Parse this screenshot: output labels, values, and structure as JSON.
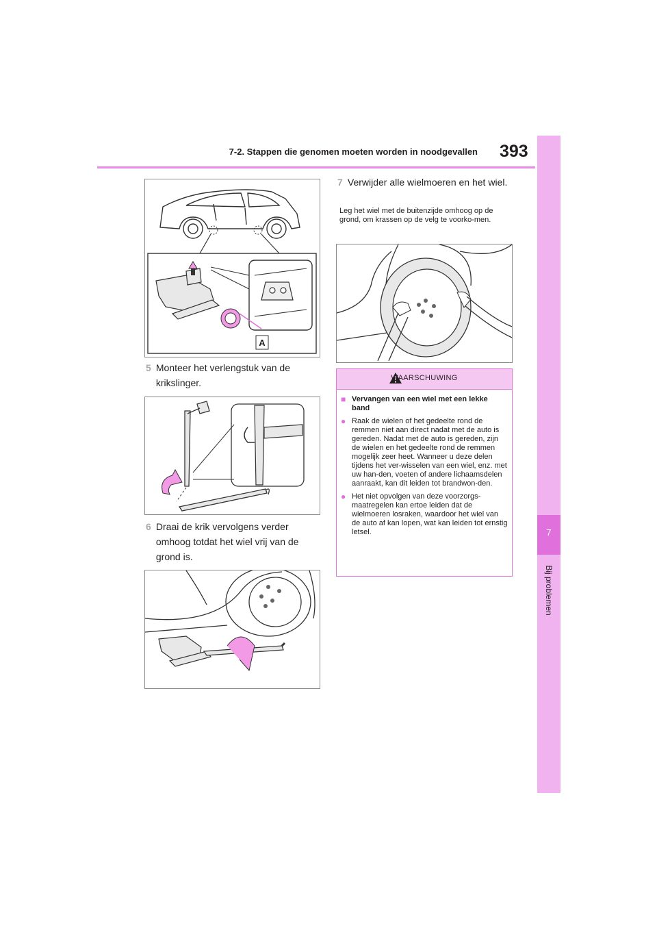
{
  "header": {
    "section": "7-2. Stappen die genomen moeten worden in noodgevallen",
    "page_number": "393"
  },
  "side_tab": {
    "chapter_number": "7",
    "chapter_title": "Bij problemen"
  },
  "figures": {
    "fig1_label": "A"
  },
  "steps": [
    {
      "num": "5",
      "text": "Monteer het verlengstuk van de krikslinger."
    },
    {
      "num": "6",
      "text": "Draai de krik vervolgens verder omhoog totdat het wiel vrij van de grond is."
    },
    {
      "num": "7",
      "text": "Verwijder alle wielmoeren en het wiel."
    }
  ],
  "step7_note": "Leg het wiel met de buitenzijde omhoog op de grond, om krassen op de velg te voorko-men.",
  "warning": {
    "title": "WAARSCHUWING",
    "subheading": "Vervangen van een wiel met een lekke band",
    "bullets": [
      "Raak de wielen of het gedeelte rond de remmen niet aan direct nadat met de auto is gereden. Nadat met de auto is gereden, zijn de wielen en het gedeelte rond de remmen mogelijk zeer heet. Wanneer u deze delen tijdens het ver-wisselen van een wiel, enz. met uw han-den, voeten of andere lichaamsdelen aanraakt, kan dit leiden tot brandwon-den.",
      "Het niet opvolgen van deze voorzorgs-maatregelen kan ertoe leiden dat de wielmoeren losraken, waardoor het wiel van de auto af kan lopen, wat kan leiden tot ernstig letsel."
    ]
  },
  "colors": {
    "accent": "#e070dc",
    "tab": "#f0b3f0",
    "warning_header": "#f5c8f2"
  }
}
